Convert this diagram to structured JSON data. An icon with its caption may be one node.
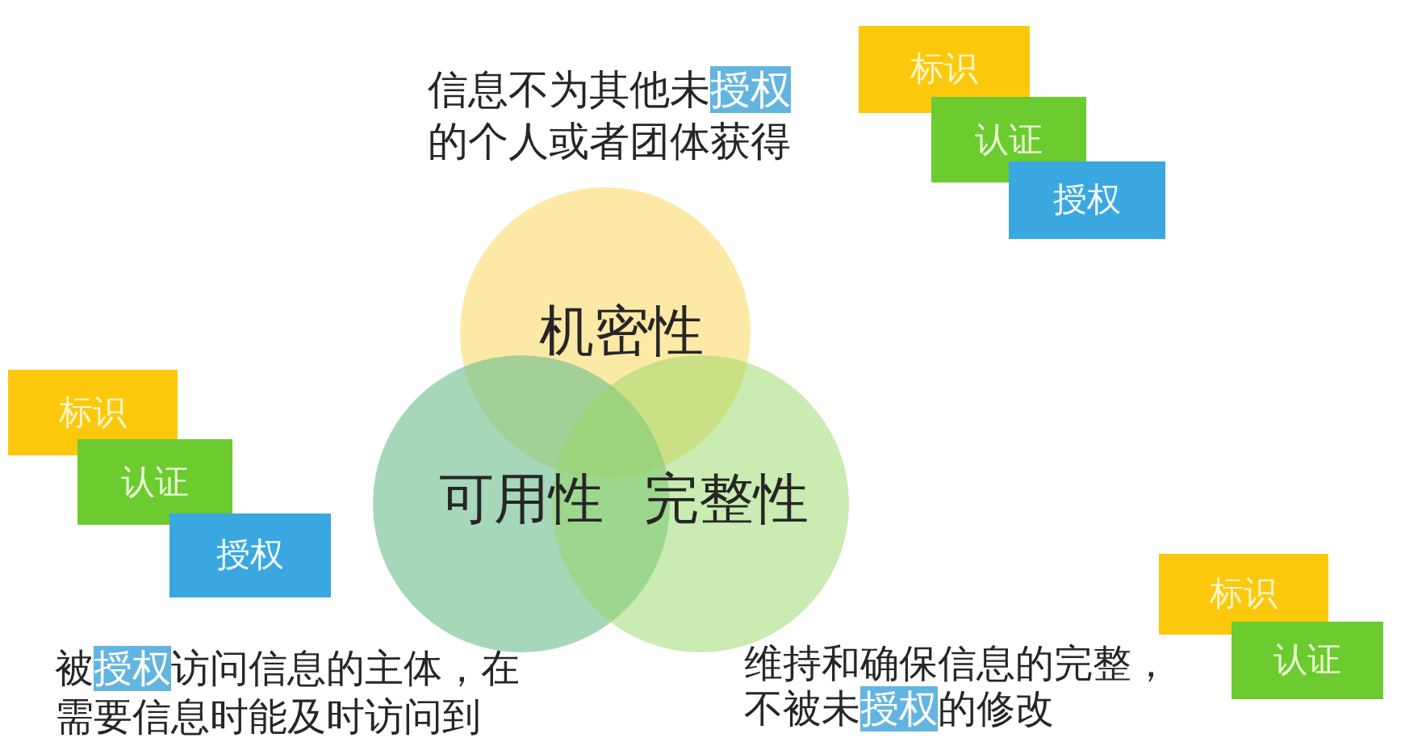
{
  "diagram": {
    "nodes": [
      {
        "text": [
          "机密性"
        ],
        "beside": [
          "信息不为其他未**授权**的个人或者团体获得"
        ]
      },
      {
        "text": [
          "标识"
        ]
      },
      {
        "text": [
          "认证"
        ]
      },
      {
        "text": [
          "授权"
        ]
      },
      {
        "text": [
          "可用性"
        ],
        "beside": [
          "被**授权**访问信息的主体，在需要信息时能及时访问到"
        ]
      },
      {
        "text": [
          "完整性"
        ],
        "beside": [
          "维持和确保信息的完整，不被未**授权**的修改"
        ]
      },
      {
        "text": [
          "标识"
        ]
      },
      {
        "text": [
          "认证"
        ]
      },
      {
        "text": [
          "授权"
        ]
      },
      {
        "text": [
          "标识"
        ]
      },
      {
        "text": [
          "认证"
        ]
      }
    ]
  }
}
